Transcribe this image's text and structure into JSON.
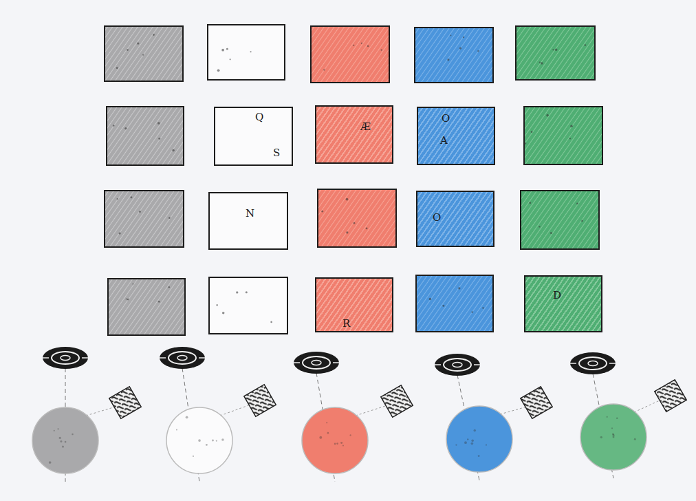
{
  "diagram": {
    "nodes": [
      {
        "text": [
          "Q",
          "S"
        ]
      },
      {
        "text": [
          "Æ"
        ]
      },
      {
        "text": [
          "O",
          "A"
        ]
      },
      {
        "text": [
          "N"
        ]
      },
      {
        "text": [
          "O"
        ]
      },
      {
        "text": [
          "R"
        ]
      },
      {
        "text": [
          "D"
        ]
      }
    ]
  }
}
